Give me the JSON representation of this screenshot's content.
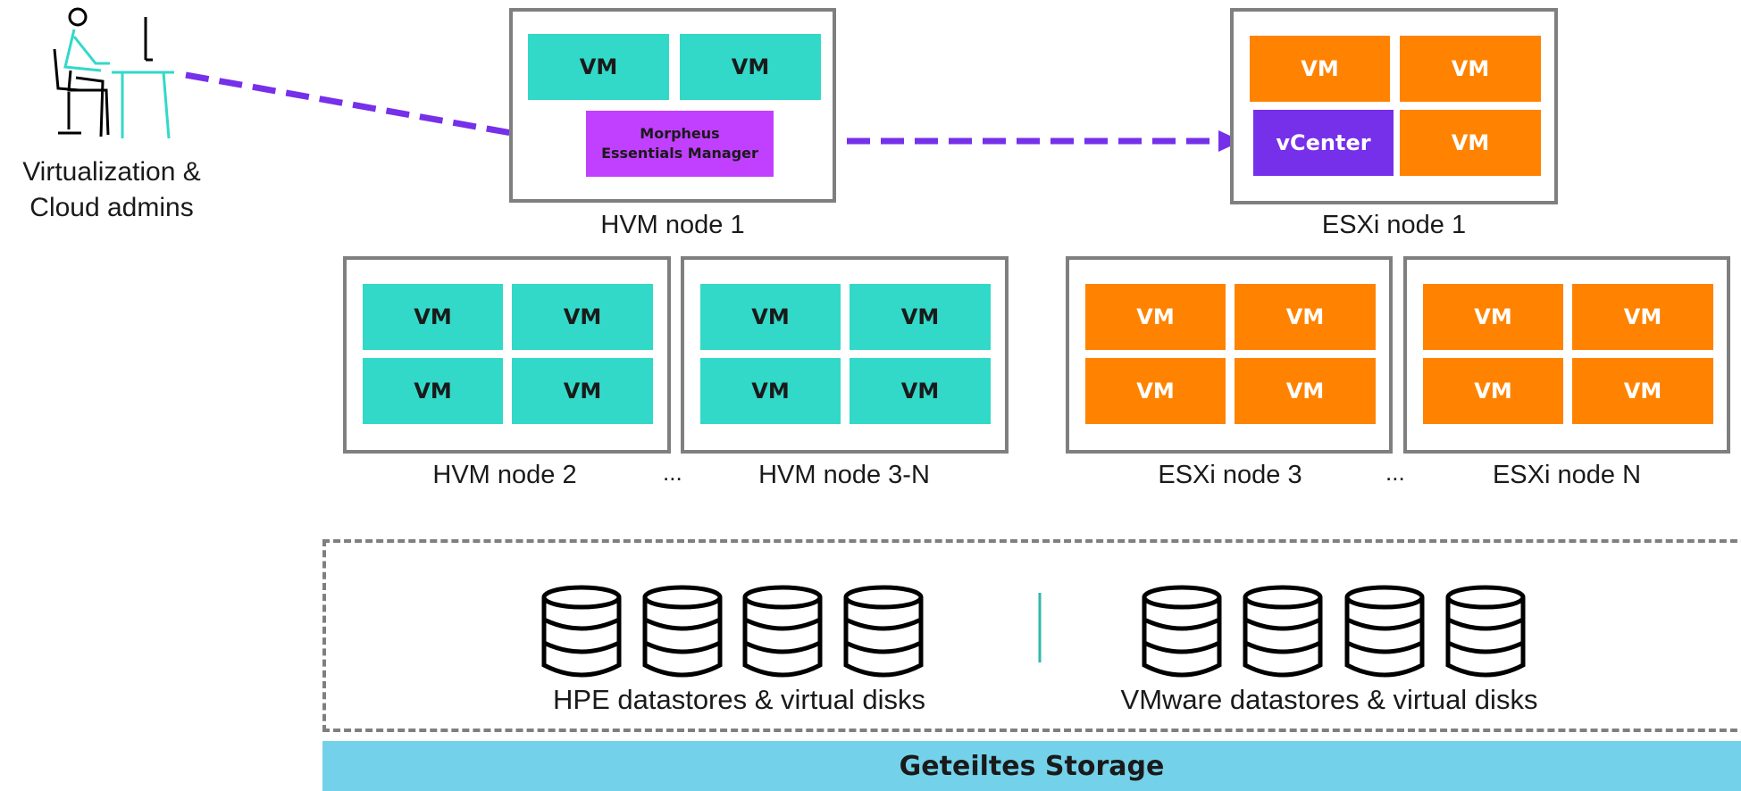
{
  "admin": {
    "line1": "Virtualization &",
    "line2": "Cloud admins"
  },
  "hvm_node_1": {
    "label": "HVM node 1",
    "vm_top_left": "VM",
    "vm_top_right": "VM",
    "manager_line1": "Morpheus",
    "manager_line2": "Essentials Manager"
  },
  "esxi_node_1": {
    "label": "ESXi node 1",
    "vm_top_left": "VM",
    "vm_top_right": "VM",
    "vcenter": "vCenter",
    "vm_bottom_right": "VM"
  },
  "hvm_node_2": {
    "label": "HVM node 2",
    "vms": [
      "VM",
      "VM",
      "VM",
      "VM"
    ]
  },
  "hvm_node_3": {
    "label": "HVM node 3-N",
    "vms": [
      "VM",
      "VM",
      "VM",
      "VM"
    ]
  },
  "esxi_node_3": {
    "label": "ESXi node 3",
    "vms": [
      "VM",
      "VM",
      "VM",
      "VM"
    ]
  },
  "esxi_node_n": {
    "label": "ESXi node N",
    "vms": [
      "VM",
      "VM",
      "VM",
      "VM"
    ]
  },
  "ellipsis_hvm": "...",
  "ellipsis_esxi": "...",
  "storage": {
    "hpe_label": "HPE datastores & virtual disks",
    "vmware_label": "VMware datastores & virtual disks",
    "bar_label": "Geteiltes Storage"
  },
  "colors": {
    "hvm_vm": "#32d9c8",
    "esxi_vm": "#ff8300",
    "vcenter": "#7630ea",
    "manager": "#c140ff",
    "arrow": "#7630ea",
    "storage_bar": "#73d2ea",
    "node_border": "#7f7f7f"
  }
}
